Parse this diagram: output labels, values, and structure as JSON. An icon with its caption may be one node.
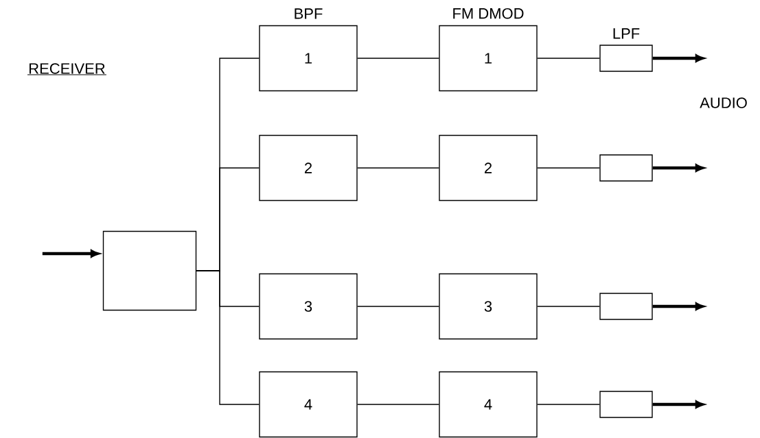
{
  "diagram": {
    "nodes": [
      {
        "text": [],
        "shape": "box"
      },
      {
        "text": [
          "BPF",
          "1"
        ]
      },
      {
        "text": [
          "2"
        ]
      },
      {
        "text": [
          "3"
        ]
      },
      {
        "text": [
          "4"
        ]
      },
      {
        "text": [
          "FM DMOD",
          "1"
        ]
      },
      {
        "text": [
          "2"
        ]
      },
      {
        "text": [
          "3"
        ]
      },
      {
        "text": [
          "4"
        ]
      },
      {
        "text": [
          "LPF"
        ]
      },
      {
        "text": [],
        "shape": "box"
      },
      {
        "text": [],
        "shape": "box"
      },
      {
        "text": [],
        "shape": "box"
      }
    ],
    "edges": [
      {
        "from": null,
        "to": 0,
        "arrow": "to",
        "style": "thick"
      },
      {
        "from": 0,
        "to": 1,
        "arrow": "none"
      },
      {
        "from": 0,
        "to": 2,
        "arrow": "none"
      },
      {
        "from": 0,
        "to": 3,
        "arrow": "none"
      },
      {
        "from": 0,
        "to": 4,
        "arrow": "none"
      },
      {
        "from": 1,
        "to": 5,
        "arrow": "none"
      },
      {
        "from": 2,
        "to": 6,
        "arrow": "none"
      },
      {
        "from": 3,
        "to": 7,
        "arrow": "none"
      },
      {
        "from": 4,
        "to": 8,
        "arrow": "none"
      },
      {
        "from": 5,
        "to": 9,
        "arrow": "none"
      },
      {
        "from": 6,
        "to": 10,
        "arrow": "none"
      },
      {
        "from": 7,
        "to": 11,
        "arrow": "none"
      },
      {
        "from": 8,
        "to": 12,
        "arrow": "none"
      },
      {
        "from": 9,
        "to": null,
        "arrow": "to",
        "style": "thick"
      },
      {
        "from": 10,
        "to": null,
        "arrow": "to",
        "style": "thick"
      },
      {
        "from": 11,
        "to": null,
        "arrow": "to",
        "style": "thick"
      },
      {
        "from": 12,
        "to": null,
        "arrow": "to",
        "style": "thick"
      }
    ],
    "labels": [
      "RECEIVER",
      "AUDIO"
    ]
  }
}
